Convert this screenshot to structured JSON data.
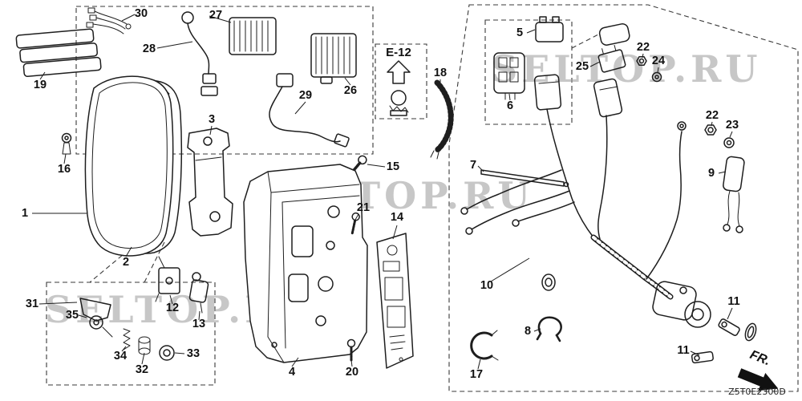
{
  "diagram": {
    "code": "Z5T0E2300D",
    "reference_label": "E-12",
    "direction_label": "FR.",
    "watermark_text": "SELTOP.RU"
  },
  "parts": {
    "1": "1",
    "2": "2",
    "3": "3",
    "4": "4",
    "5": "5",
    "6": "6",
    "7": "7",
    "8": "8",
    "9": "9",
    "10": "10",
    "11": "11",
    "12": "12",
    "13": "13",
    "14": "14",
    "15": "15",
    "16": "16",
    "17": "17",
    "18": "18",
    "19": "19",
    "20": "20",
    "21": "21",
    "22": "22",
    "23": "23",
    "24": "24",
    "25": "25",
    "26": "26",
    "27": "27",
    "28": "28",
    "29": "29",
    "30": "30",
    "31": "31",
    "32": "32",
    "33": "33",
    "34": "34",
    "35": "35"
  }
}
